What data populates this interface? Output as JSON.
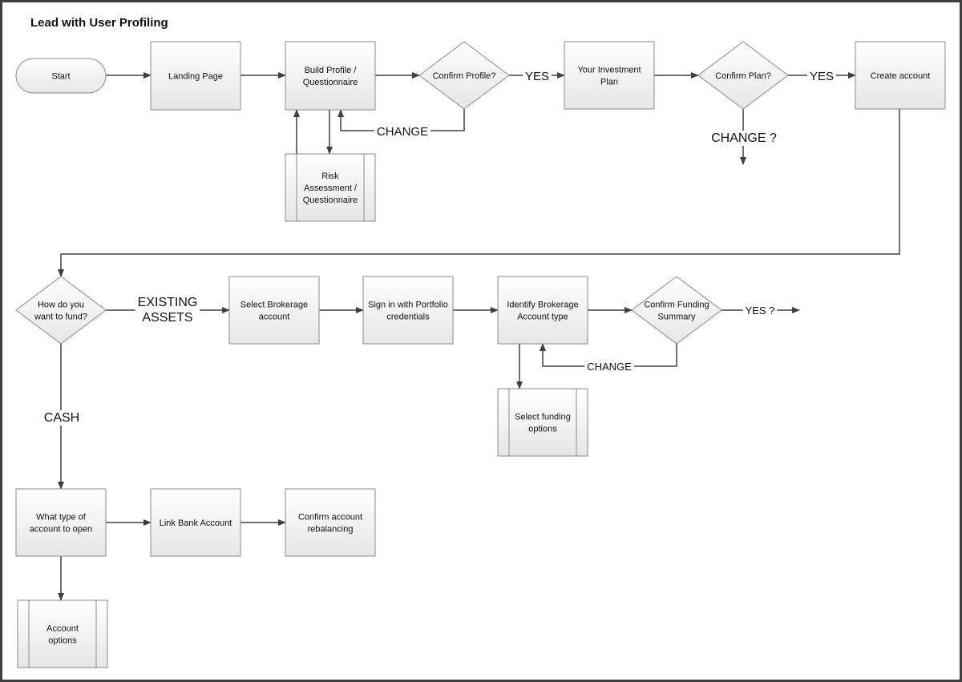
{
  "title": "Lead with User Profiling",
  "nodes": {
    "start": {
      "shape": "terminator",
      "lines": [
        "Start"
      ]
    },
    "landing": {
      "shape": "process",
      "lines": [
        "Landing Page"
      ]
    },
    "build": {
      "shape": "process",
      "lines": [
        "Build Profile /",
        "Questionnaire"
      ]
    },
    "risk": {
      "shape": "subprocess",
      "lines": [
        "Risk",
        "Assessment /",
        "Questionnaire"
      ]
    },
    "confirm_profile": {
      "shape": "decision",
      "lines": [
        "Confirm Profile?"
      ]
    },
    "plan": {
      "shape": "process",
      "lines": [
        "Your Investment",
        "Plan"
      ]
    },
    "confirm_plan": {
      "shape": "decision",
      "lines": [
        "Confirm Plan?"
      ]
    },
    "create": {
      "shape": "process",
      "lines": [
        "Create account"
      ]
    },
    "fund": {
      "shape": "decision",
      "lines": [
        "How do you",
        "want to fund?"
      ]
    },
    "brokerage": {
      "shape": "process",
      "lines": [
        "Select Brokerage",
        "account"
      ]
    },
    "signin": {
      "shape": "process",
      "lines": [
        "Sign in with Portfolio",
        "credentials"
      ]
    },
    "identify": {
      "shape": "process",
      "lines": [
        "Identify Brokerage",
        "Account type"
      ]
    },
    "confirm_funding": {
      "shape": "decision",
      "lines": [
        "Confirm Funding",
        "Summary"
      ]
    },
    "funding_options": {
      "shape": "subprocess",
      "lines": [
        "Select funding",
        "options"
      ]
    },
    "account_type": {
      "shape": "process",
      "lines": [
        "What type of",
        "account to open"
      ]
    },
    "link_bank": {
      "shape": "process",
      "lines": [
        "Link Bank Account"
      ]
    },
    "rebalance": {
      "shape": "process",
      "lines": [
        "Confirm account",
        "rebalancing"
      ]
    },
    "account_options": {
      "shape": "subprocess",
      "lines": [
        "Account",
        "options"
      ]
    }
  },
  "edge_labels": {
    "profile_yes": [
      "YES"
    ],
    "profile_change": [
      "CHANGE"
    ],
    "plan_yes": [
      "YES"
    ],
    "plan_change": [
      "CHANGE ?"
    ],
    "existing_assets": [
      "EXISTING",
      "ASSETS"
    ],
    "cash": [
      "CASH"
    ],
    "funding_change": [
      "CHANGE"
    ],
    "funding_yes": [
      "YES ?"
    ]
  },
  "colors": {
    "box_top": "#ffffff",
    "box_bottom": "#e6e6e6",
    "box_stroke": "#8a8a8a",
    "line": "#404040",
    "frame": "#3f3f3f",
    "text": "#111111"
  }
}
